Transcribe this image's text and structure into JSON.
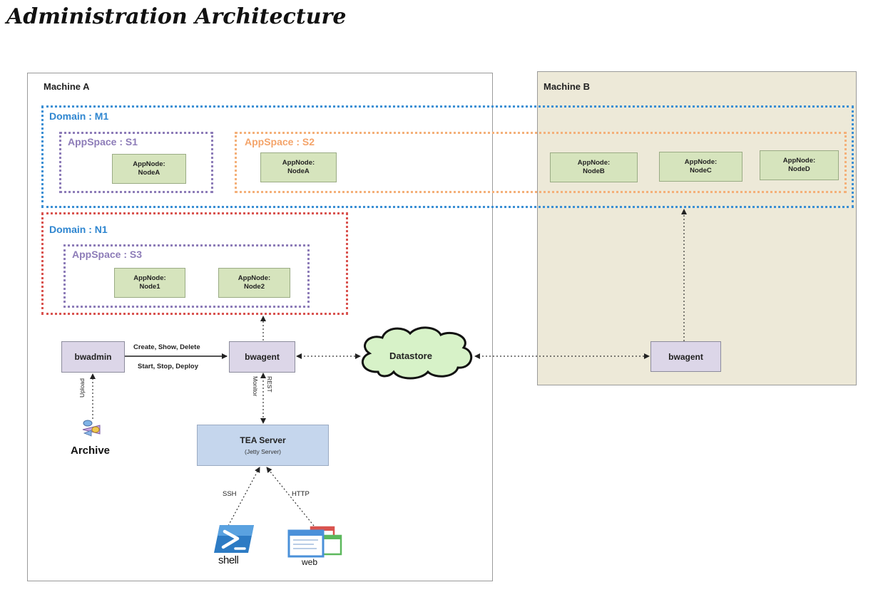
{
  "title": "Administration Architecture",
  "machines": {
    "a": "Machine A",
    "b": "Machine B"
  },
  "domains": {
    "m1": "Domain : M1",
    "n1": "Domain : N1"
  },
  "appspaces": {
    "s1": "AppSpace : S1",
    "s2": "AppSpace : S2",
    "s3": "AppSpace : S3"
  },
  "node_prefix": "AppNode:",
  "nodes": {
    "s1_nodea": "NodeA",
    "s2_nodea": "NodeA",
    "nodeb": "NodeB",
    "nodec": "NodeC",
    "noded": "NodeD",
    "node1": "Node1",
    "node2": "Node2"
  },
  "components": {
    "bwadmin": "bwadmin",
    "bwagent_a": "bwagent",
    "bwagent_b": "bwagent",
    "datastore": "Datastore",
    "tea_title": "TEA Server",
    "tea_subtitle": "(Jetty Server)",
    "archive": "Archive",
    "shell": "shell",
    "web": "web"
  },
  "edges": {
    "commands_top": "Create, Show, Delete",
    "commands_bottom": "Start, Stop, Deploy",
    "upload": "Upload",
    "monitor": "Monitor",
    "rest": "REST",
    "ssh": "SSH",
    "http": "HTTP"
  },
  "colors": {
    "domain_border": "#3b8fd4",
    "domain_n1_border": "#d9534f",
    "appspace_border": "#8d7cb8",
    "appspace_s2_border": "#f4b079",
    "appnode_fill": "#d6e4bd",
    "process_fill": "#dcd6e8",
    "tea_fill": "#c5d6ed",
    "machine_b_fill": "#ede9d8"
  }
}
